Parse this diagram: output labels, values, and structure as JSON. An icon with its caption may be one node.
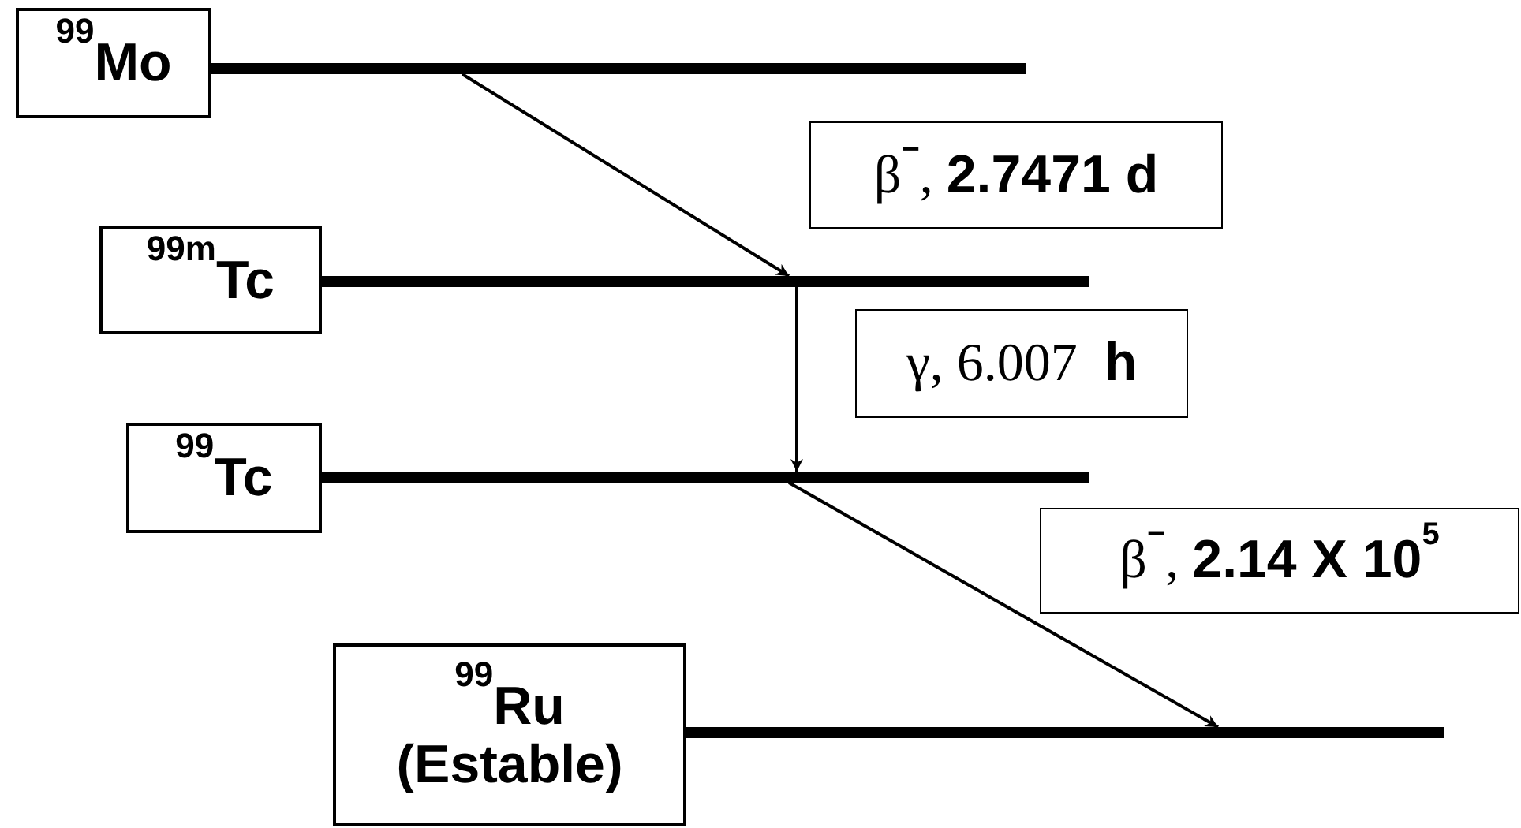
{
  "diagram": {
    "nodes": [
      {
        "text": [
          "$^{99}$Mo"
        ]
      },
      {
        "text": [],
        "shape": "bar"
      },
      {
        "text": [
          "β$^{−}$, **2.7471 d**"
        ]
      },
      {
        "text": [
          "$^{99m}$Tc"
        ]
      },
      {
        "text": [],
        "shape": "bar"
      },
      {
        "text": [
          "γ, 6.007  **h**"
        ]
      },
      {
        "text": [
          "$^{99}$Tc"
        ]
      },
      {
        "text": [],
        "shape": "bar"
      },
      {
        "text": [
          "β$^{−}$, **2.14 X 10**$^{5}$"
        ]
      },
      {
        "text": [
          "$^{99}$Ru",
          "(Estable)"
        ]
      },
      {
        "text": [],
        "shape": "bar"
      }
    ],
    "edges": [
      {
        "from": 1,
        "to": 4,
        "arrow": "to"
      },
      {
        "from": 4,
        "to": 7,
        "arrow": "to"
      },
      {
        "from": 7,
        "to": 10,
        "arrow": "to"
      }
    ]
  }
}
